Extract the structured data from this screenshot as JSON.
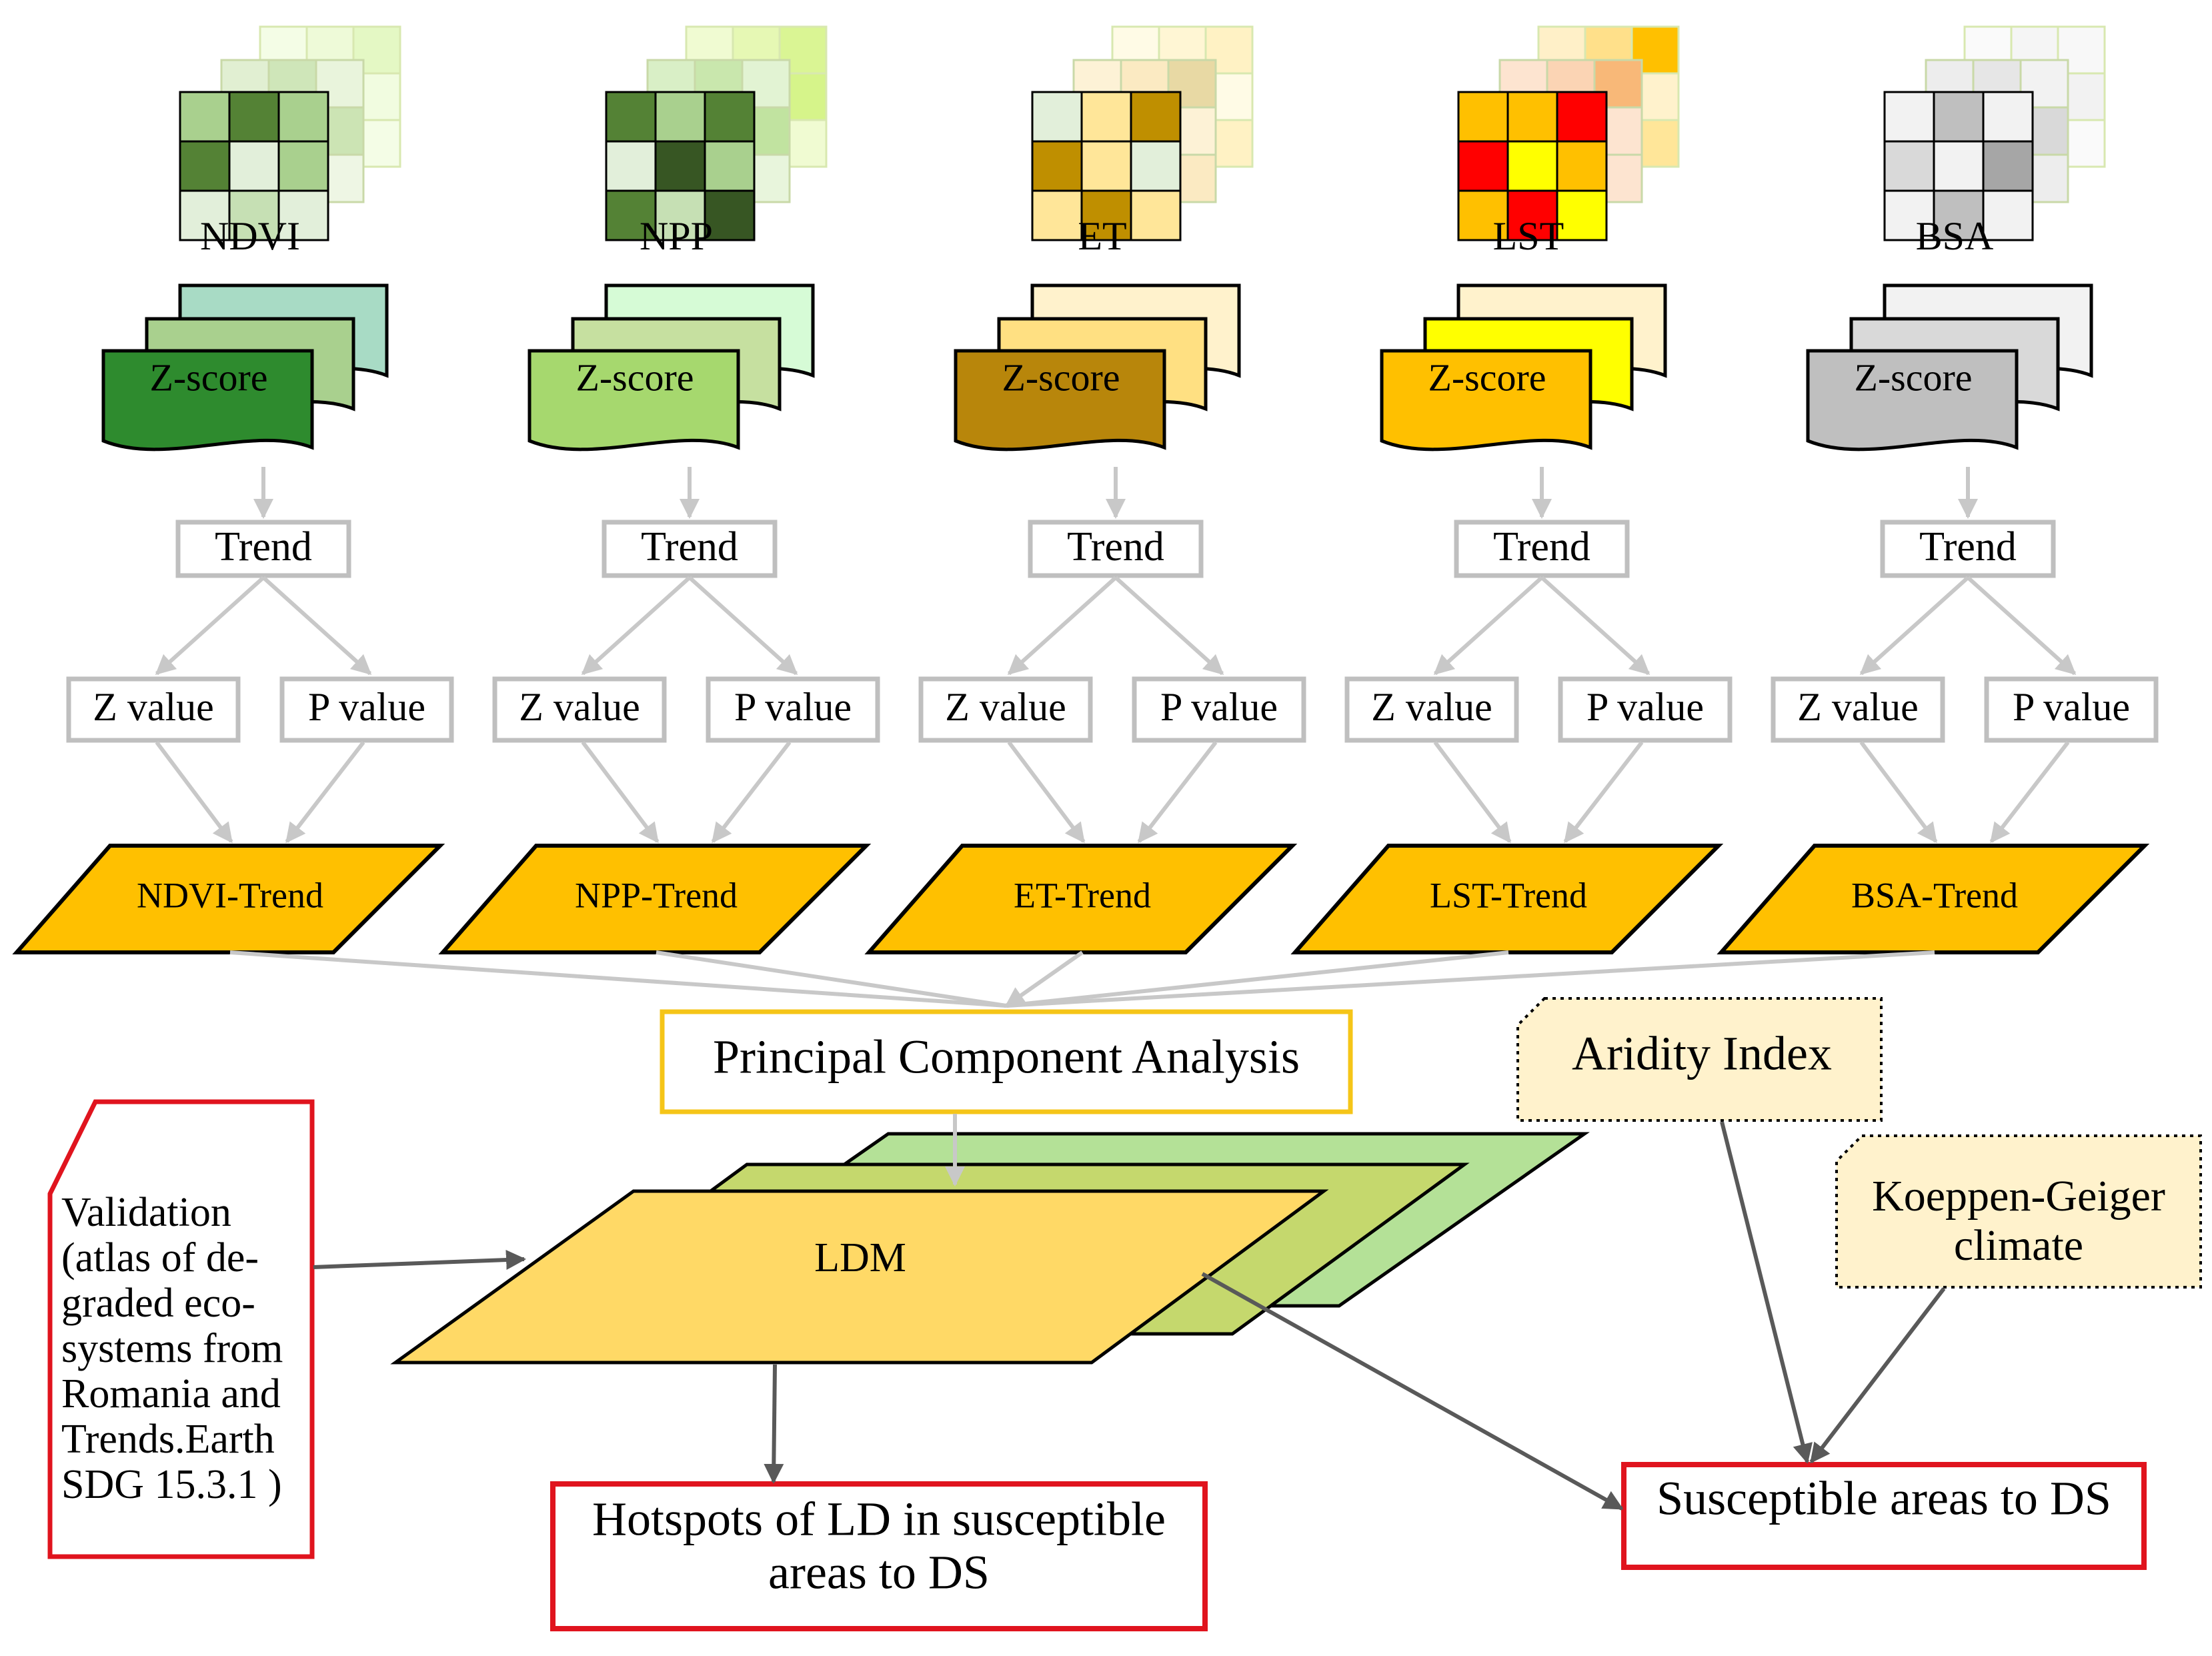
{
  "columns": [
    {
      "id": "ndvi",
      "name": "NDVI",
      "zscore_label": "Z-score",
      "trend_label": "Trend",
      "z_label": "Z value",
      "p_label": "P value",
      "result_label": "NDVI-Trend",
      "colors": {
        "grid_back": [
          "#f4fde6",
          "#eefad8",
          "#e4f8c4",
          "#f4fde6",
          "#e8f9cc",
          "#f1fce0",
          "#eefad8",
          "#e4f8c4",
          "#f4fde6"
        ],
        "grid_mid": [
          "#e1efd2",
          "#cfe6b9",
          "#e9f4dc",
          "#d8ebc6",
          "#eef6e4",
          "#cce4b4",
          "#e4f1d6",
          "#d5e9c1",
          "#eef6e4"
        ],
        "grid_front": [
          "#a9d08e",
          "#548235",
          "#a9d08e",
          "#548235",
          "#e2efda",
          "#a9d08e",
          "#e2efda",
          "#c6e0b4",
          "#e2efda"
        ],
        "page_back": "#a8dbc5",
        "page_mid": "#a9d08e",
        "page_front": "#2e8b2e"
      }
    },
    {
      "id": "npp",
      "name": "NPP",
      "zscore_label": "Z-score",
      "trend_label": "Trend",
      "z_label": "Z value",
      "p_label": "P value",
      "result_label": "NPP-Trend",
      "colors": {
        "grid_back": [
          "#f0fbd2",
          "#e6f8b4",
          "#daf594",
          "#edfac6",
          "#e3f7aa",
          "#d6f48a",
          "#eefbca",
          "#e6f8b4",
          "#f0fbd2"
        ],
        "grid_mid": [
          "#d9efc6",
          "#c9e7ad",
          "#e2f3d3",
          "#cfe9b6",
          "#e8f5dc",
          "#c1e3a0",
          "#ddf1cc",
          "#cbe7b0",
          "#e8f5dc"
        ],
        "grid_front": [
          "#548235",
          "#a9d08e",
          "#548235",
          "#e2efda",
          "#375623",
          "#a9d08e",
          "#548235",
          "#c6e0b4",
          "#375623"
        ],
        "page_back": "#d6fbd6",
        "page_mid": "#c6e0a0",
        "page_front": "#a6d86e"
      }
    },
    {
      "id": "et",
      "name": "ET",
      "zscore_label": "Z-score",
      "trend_label": "Trend",
      "z_label": "Z value",
      "p_label": "P value",
      "result_label": "ET-Trend",
      "colors": {
        "grid_back": [
          "#fffbe6",
          "#fff6d4",
          "#fff2c4",
          "#fffae0",
          "#fff6d4",
          "#fffbe6",
          "#fff6d4",
          "#fffbe6",
          "#fff2c4"
        ],
        "grid_mid": [
          "#fdf2d6",
          "#fbeac2",
          "#e8d9a4",
          "#fdf2d6",
          "#fbeac2",
          "#fdf2d6",
          "#fbeac2",
          "#fdf2d6",
          "#fbeac2"
        ],
        "grid_front": [
          "#e2efda",
          "#ffe699",
          "#bf8f00",
          "#bf8f00",
          "#ffe699",
          "#e2efda",
          "#ffe699",
          "#bf8f00",
          "#ffe699"
        ],
        "page_back": "#fff2cc",
        "page_mid": "#ffe082",
        "page_front": "#b8860b"
      }
    },
    {
      "id": "lst",
      "name": "LST",
      "zscore_label": "Z-score",
      "trend_label": "Trend",
      "z_label": "Z value",
      "p_label": "P value",
      "result_label": "LST-Trend",
      "colors": {
        "grid_back": [
          "#fff0c8",
          "#ffe08a",
          "#ffc000",
          "#fff2cc",
          "#fde9b0",
          "#fff2cc",
          "#ffe699",
          "#fff2cc",
          "#ffe699"
        ],
        "grid_mid": [
          "#fde4d0",
          "#fbd4b4",
          "#f8b878",
          "#fde4d0",
          "#fce0c4",
          "#fde4d0",
          "#fde4d0",
          "#fce0c4",
          "#fde4d0"
        ],
        "grid_front": [
          "#ffc000",
          "#ffc000",
          "#ff0000",
          "#ff0000",
          "#ffff00",
          "#ffc000",
          "#ffc000",
          "#ff0000",
          "#ffff00"
        ],
        "page_back": "#fff2cc",
        "page_mid": "#ffff00",
        "page_front": "#ffc000"
      }
    },
    {
      "id": "bsa",
      "name": "BSA",
      "zscore_label": "Z-score",
      "trend_label": "Trend",
      "z_label": "Z value",
      "p_label": "P value",
      "result_label": "BSA-Trend",
      "colors": {
        "grid_back": [
          "#fafafa",
          "#f5f5f5",
          "#f8f8f8",
          "#f5f5f5",
          "#fafafa",
          "#f2f2f2",
          "#f8f8f8",
          "#f5f5f5",
          "#fafafa"
        ],
        "grid_mid": [
          "#ededed",
          "#e6e6e6",
          "#f2f2f2",
          "#e6e6e6",
          "#ededed",
          "#d9d9d9",
          "#f2f2f2",
          "#e6e6e6",
          "#ededed"
        ],
        "grid_front": [
          "#f2f2f2",
          "#bfbfbf",
          "#f2f2f2",
          "#d9d9d9",
          "#f2f2f2",
          "#a6a6a6",
          "#f2f2f2",
          "#bfbfbf",
          "#f2f2f2"
        ],
        "page_back": "#f2f2f2",
        "page_mid": "#d9d9d9",
        "page_front": "#bfbfbf"
      }
    }
  ],
  "pca_label": "Principal Component Analysis",
  "aridity_label": "Aridity Index",
  "koeppen_lines": [
    "Koeppen-Geiger",
    "climate"
  ],
  "ldm_label": "LDM",
  "validation_lines": [
    "Validation",
    "(atlas of de-",
    "graded eco-",
    "systems from",
    "Romania and",
    "Trends.Earth",
    "SDG 15.3.1 )"
  ],
  "hotspots_lines": [
    "Hotspots of LD in susceptible",
    "areas to DS"
  ],
  "susceptible_label": "Susceptible areas to DS",
  "colors": {
    "trend_fill": "#ffc000",
    "pca_border": "#f5c518",
    "note_fill": "#fff2cc",
    "ldm_front": "#ffd966",
    "ldm_mid": "#c5d86d",
    "ldm_back": "#b4e197",
    "validation_border": "#e0141e",
    "output_border": "#e0141e",
    "gray_box": "#bfbfbf",
    "gray_line": "#c8c8c8",
    "dark_arrow": "#595959"
  }
}
